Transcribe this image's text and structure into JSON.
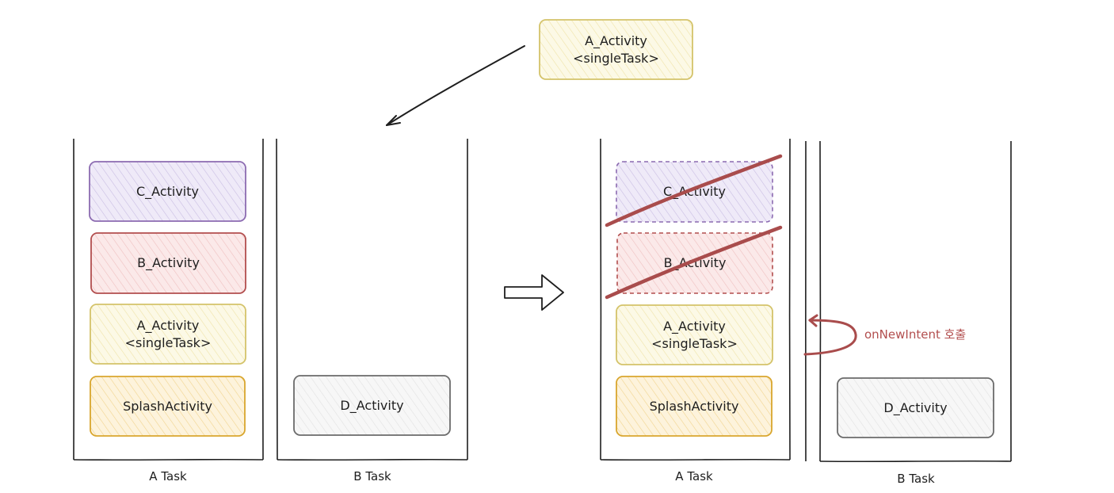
{
  "incoming": {
    "name": "A_Activity",
    "mode": "<singleTask>"
  },
  "before": {
    "a_task": {
      "label": "A Task",
      "stack": [
        {
          "name": "C_Activity"
        },
        {
          "name": "B_Activity"
        },
        {
          "name": "A_Activity",
          "mode": "<singleTask>"
        },
        {
          "name": "SplashActivity"
        }
      ]
    },
    "b_task": {
      "label": "B Task",
      "stack": [
        {
          "name": "D_Activity"
        }
      ]
    }
  },
  "after": {
    "a_task": {
      "label": "A Task",
      "stack": [
        {
          "name": "C_Activity",
          "removed": true
        },
        {
          "name": "B_Activity",
          "removed": true
        },
        {
          "name": "A_Activity",
          "mode": "<singleTask>"
        },
        {
          "name": "SplashActivity"
        }
      ]
    },
    "b_task": {
      "label": "B Task",
      "stack": [
        {
          "name": "D_Activity"
        }
      ]
    },
    "callback_note": "onNewIntent 호출"
  },
  "colors": {
    "purple": "#8c6bb1",
    "purple_fill": "#e8e3f3",
    "red": "#b24e4e",
    "red_fill": "#f6dcdc",
    "yellow": "#d4c36a",
    "yellow_fill": "#faf6dd",
    "orange": "#d9a62e",
    "orange_fill": "#fbeccd",
    "gray": "#6b6b6b",
    "gray_fill": "#f2f2f2",
    "strike": "#a94c4c"
  }
}
